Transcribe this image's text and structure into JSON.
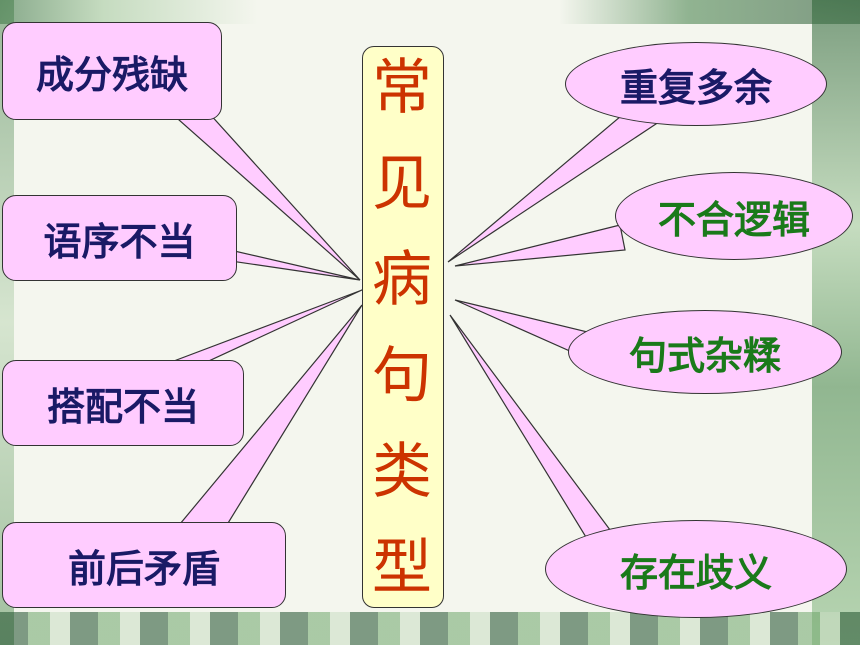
{
  "center": {
    "chars": [
      "常",
      "见",
      "病",
      "句",
      "类",
      "型"
    ],
    "color": "#cc3300"
  },
  "left": [
    {
      "label": "成分残缺"
    },
    {
      "label": "语序不当"
    },
    {
      "label": "搭配不当"
    },
    {
      "label": "前后矛盾"
    }
  ],
  "right": [
    {
      "label": "重复多余",
      "color": "#1a1a66"
    },
    {
      "label": "不合逻辑",
      "color": "#1a7a1a"
    },
    {
      "label": "句式杂糅",
      "color": "#1a7a1a"
    },
    {
      "label": "存在歧义",
      "color": "#1a7a1a"
    }
  ]
}
